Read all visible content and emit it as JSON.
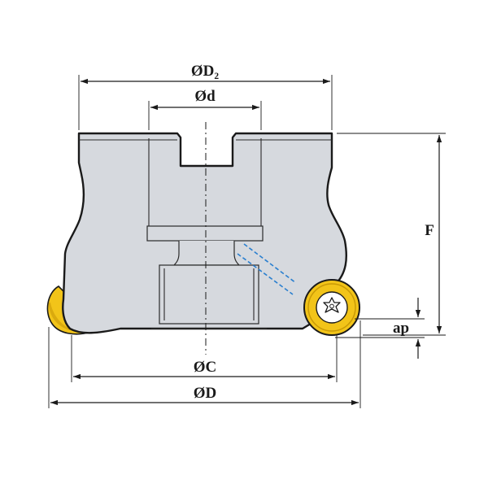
{
  "labels": {
    "d2": "ØD₂",
    "d": "Ød",
    "c": "ØC",
    "D": "ØD",
    "f": "F",
    "ap": "ap"
  },
  "colors": {
    "body_fill": "#d6d9de",
    "body_outline": "#1a1a1a",
    "insert_gold": "#f2c419",
    "insert_gold_dark": "#c99a06",
    "coolant_blue": "#2a7fcf",
    "screw_white": "#ffffff"
  },
  "icons": {
    "insert_screw": "torx-screw-icon"
  }
}
